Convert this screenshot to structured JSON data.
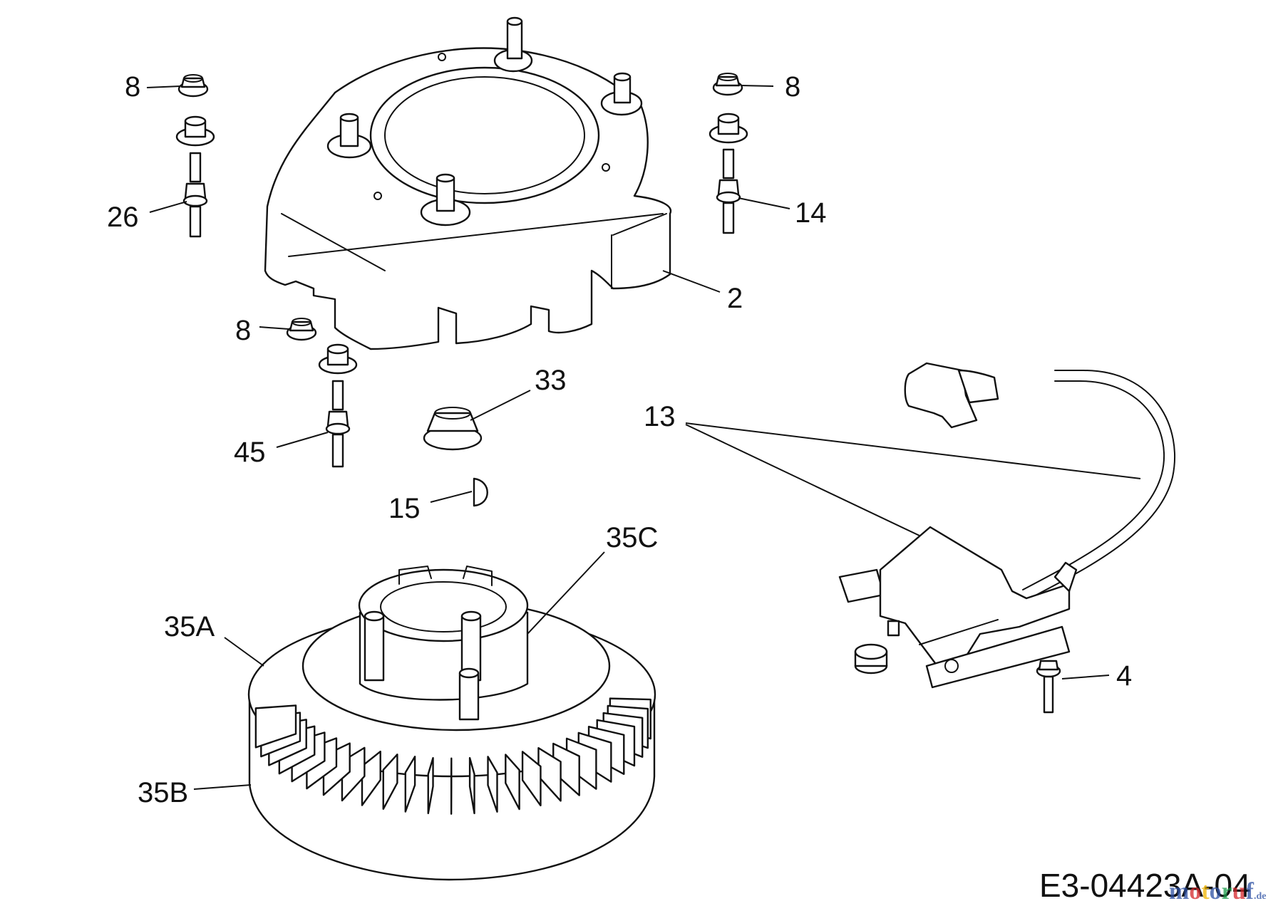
{
  "callouts": {
    "nut_top_left": "8",
    "nut_top_right": "8",
    "nut_mid": "8",
    "stud_left": "26",
    "stud_right": "14",
    "stud_bottom": "45",
    "blower_housing": "2",
    "flywheel_nut": "33",
    "ignition_coil": "13",
    "key": "15",
    "flywheel_cup": "35C",
    "flywheel_fan": "35A",
    "flywheel_rim": "35B",
    "screw": "4"
  },
  "drawing_id": "E3-04423A-04",
  "watermark": {
    "text": "motoruf",
    "suffix": ".de",
    "colors": [
      "#2b4fa3",
      "#d4252a",
      "#f0b400",
      "#2b4fa3",
      "#1a9a48",
      "#d4252a",
      "#2b4fa3"
    ]
  }
}
